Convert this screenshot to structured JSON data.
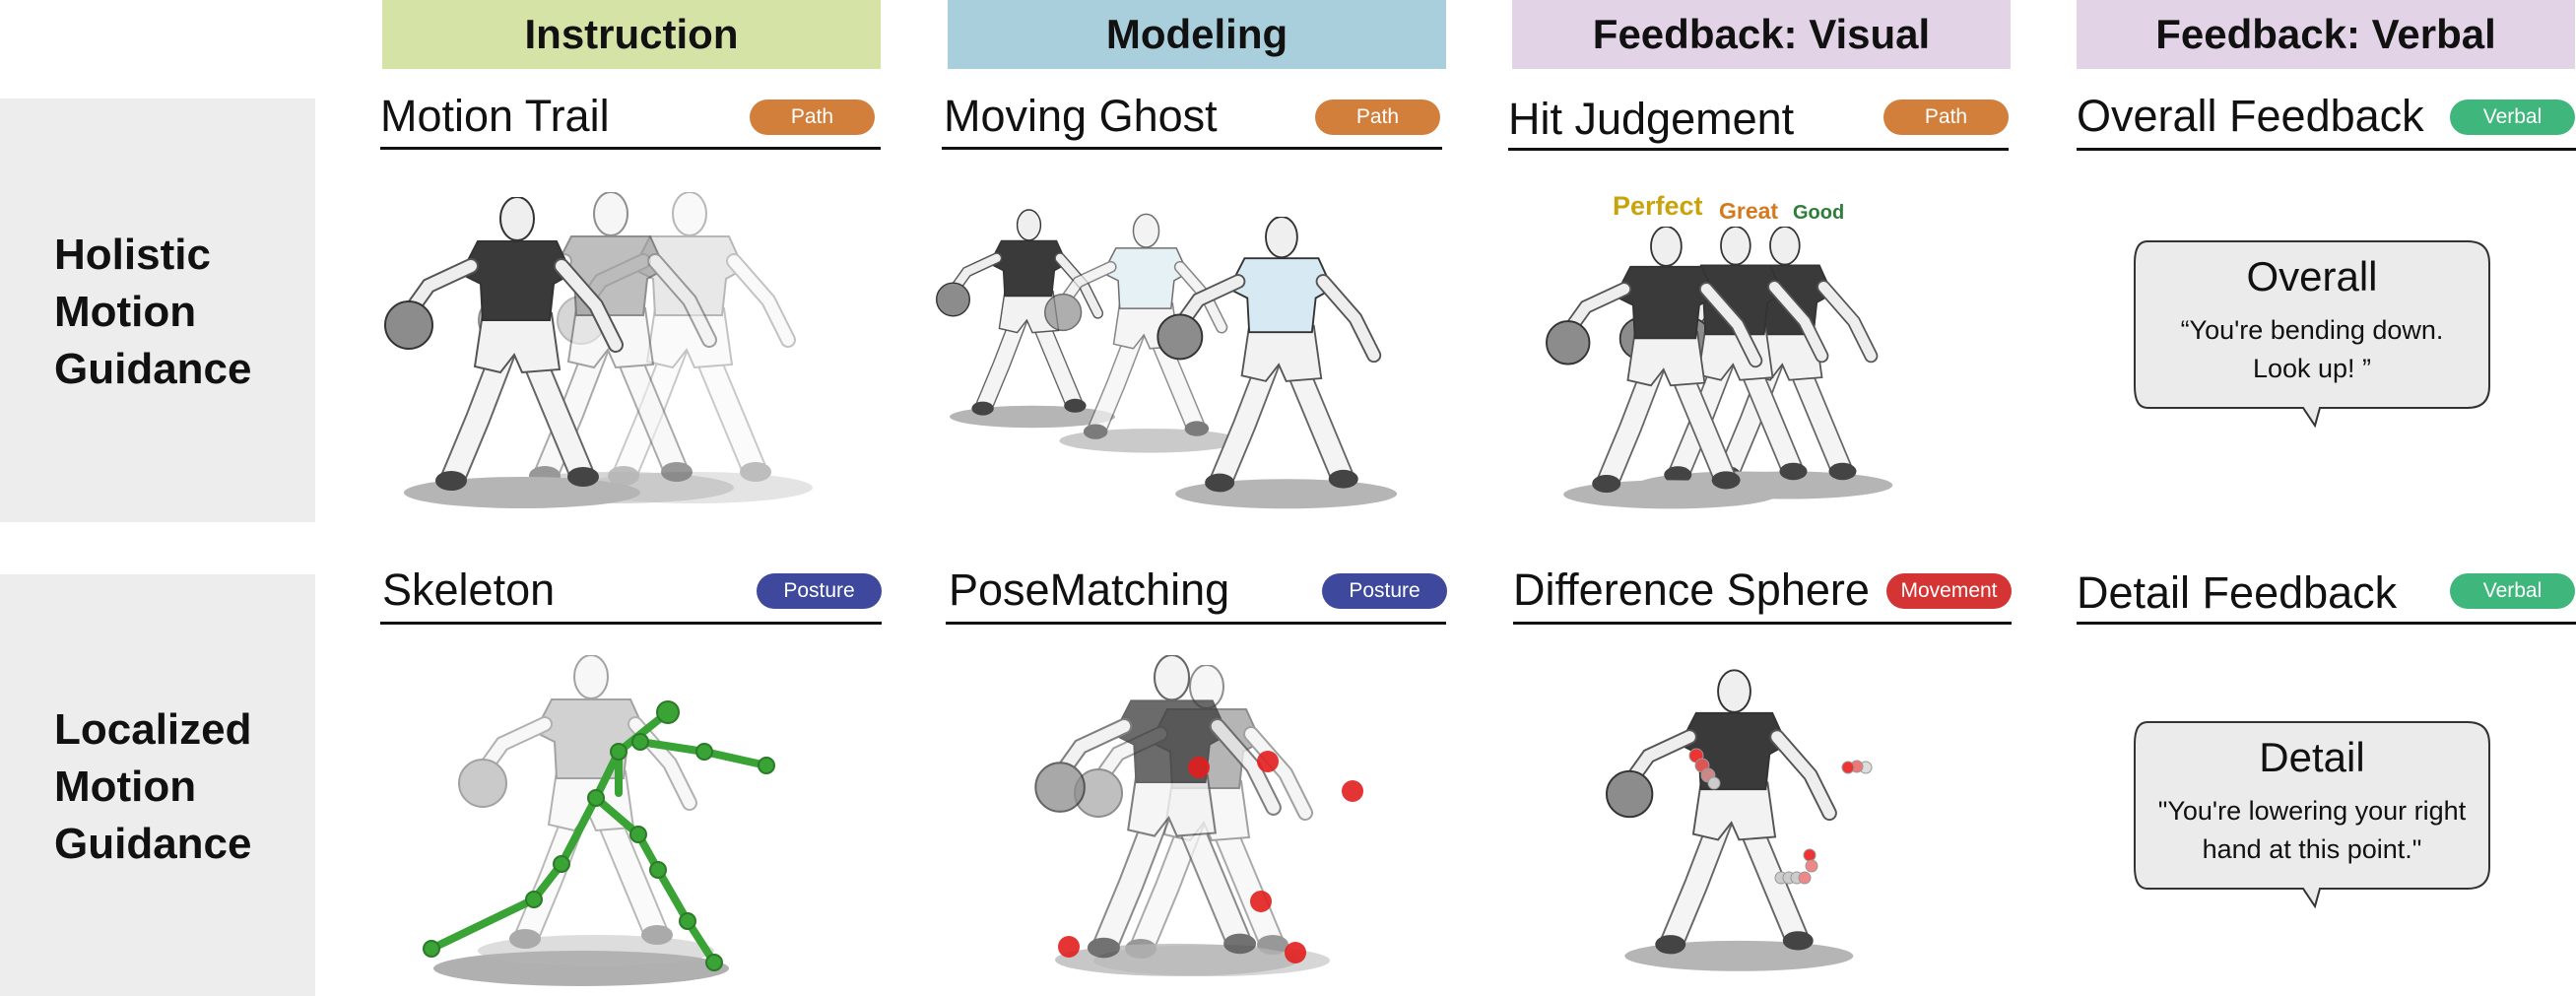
{
  "columns": [
    {
      "label": "Instruction",
      "color": "#d6e3a6"
    },
    {
      "label": "Modeling",
      "color": "#aacfdc"
    },
    {
      "label": "Feedback: Visual",
      "color": "#e2d3e6"
    },
    {
      "label": "Feedback: Verbal",
      "color": "#e2d3e6"
    }
  ],
  "rows": [
    {
      "label_lines": [
        "Holistic",
        "Motion",
        "Guidance"
      ]
    },
    {
      "label_lines": [
        "Localized",
        "Motion",
        "Guidance"
      ]
    }
  ],
  "tag_colors": {
    "Path": "#d37f3c",
    "Posture": "#3e489d",
    "Movement": "#d43434",
    "Verbal": "#3fb77c"
  },
  "cells": {
    "motion_trail": {
      "title": "Motion Trail",
      "tag": "Path"
    },
    "moving_ghost": {
      "title": "Moving Ghost",
      "tag": "Path"
    },
    "hit_judgement": {
      "title": "Hit Judgement",
      "tag": "Path",
      "ratings": [
        "Perfect",
        "Great",
        "Good"
      ]
    },
    "overall_feedback": {
      "title": "Overall Feedback",
      "tag": "Verbal",
      "bubble_title": "Overall",
      "bubble_lines": [
        "“You're bending down.",
        "Look up! ”"
      ]
    },
    "skeleton": {
      "title": "Skeleton",
      "tag": "Posture"
    },
    "pose_matching": {
      "title": "PoseMatching",
      "tag": "Posture"
    },
    "difference_sphere": {
      "title": "Difference Sphere",
      "tag": "Movement"
    },
    "detail_feedback": {
      "title": "Detail Feedback",
      "tag": "Verbal",
      "bubble_title": "Detail",
      "bubble_lines": [
        "\"You're lowering your right",
        "hand at this point.\""
      ]
    }
  },
  "rating_colors": {
    "Perfect": "#c9a30c",
    "Great": "#d47a1e",
    "Good": "#2f7d3a"
  }
}
